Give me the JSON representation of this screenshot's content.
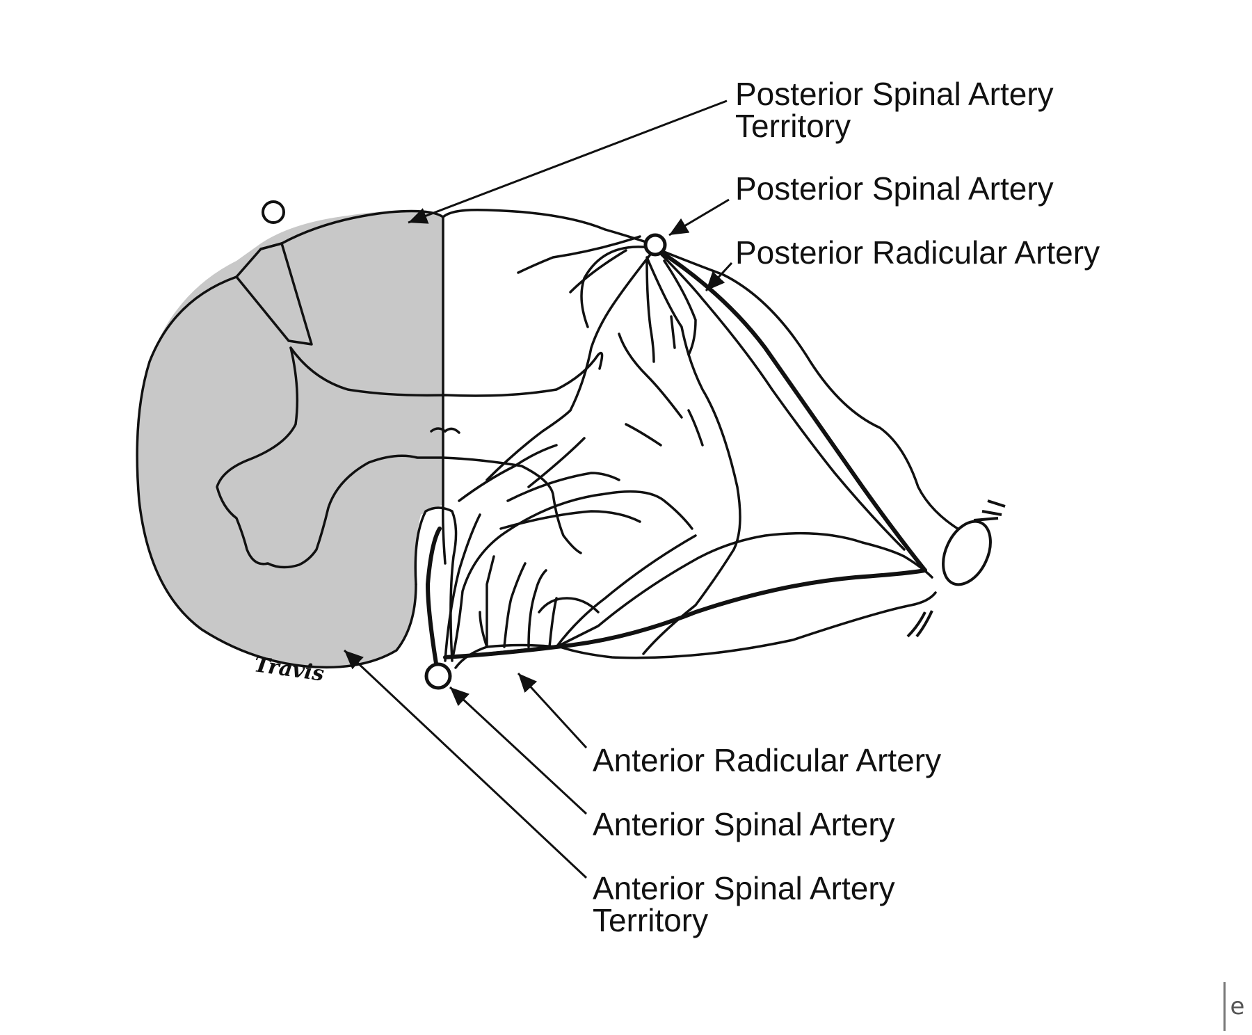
{
  "labels": {
    "posterior_territory": [
      "Posterior Spinal Artery",
      "Territory"
    ],
    "posterior_spinal_artery": "Posterior Spinal Artery",
    "posterior_radicular_artery": "Posterior Radicular Artery",
    "anterior_radicular_artery": "Anterior Radicular Artery",
    "anterior_spinal_artery": "Anterior Spinal Artery",
    "anterior_territory": [
      "Anterior Spinal Artery",
      "Territory"
    ]
  },
  "signature": "Travis",
  "logo": "e",
  "colors": {
    "territory_fill": "#c8c8c8",
    "line": "#111111",
    "background": "#ffffff"
  }
}
